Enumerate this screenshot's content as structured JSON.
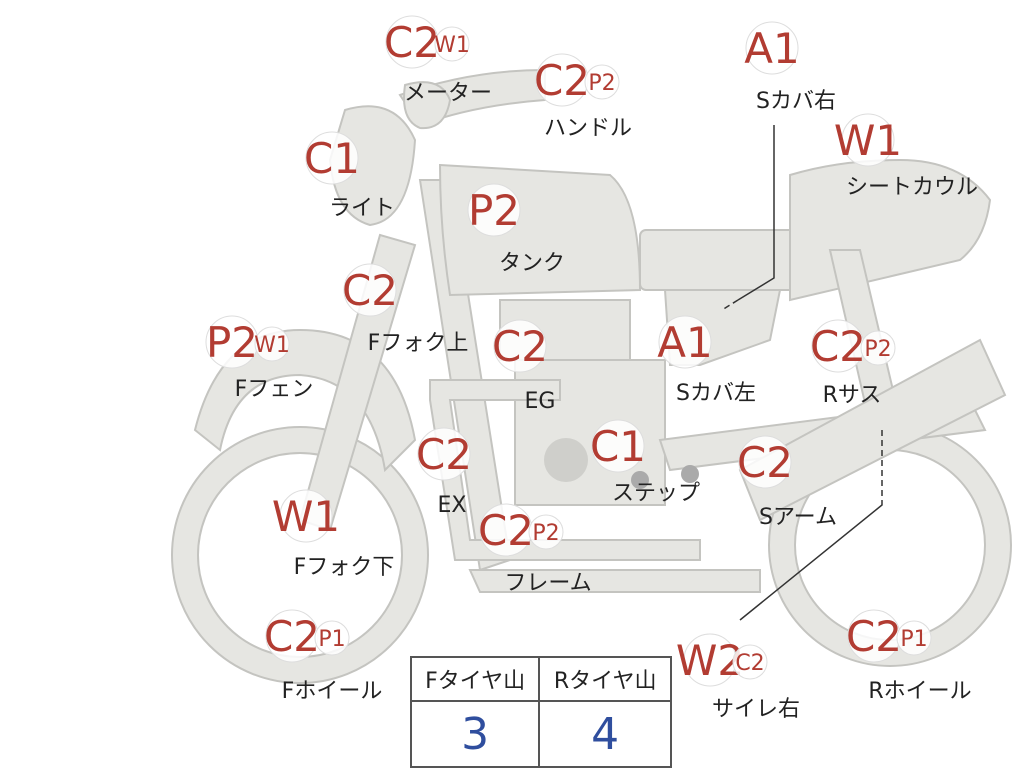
{
  "parts": [
    {
      "id": "meter",
      "label": "メーター",
      "grades": [
        "C2",
        "W1"
      ]
    },
    {
      "id": "handle",
      "label": "ハンドル",
      "grades": [
        "C2",
        "P2"
      ]
    },
    {
      "id": "light",
      "label": "ライト",
      "grades": [
        "C1"
      ]
    },
    {
      "id": "tank",
      "label": "タンク",
      "grades": [
        "P2"
      ]
    },
    {
      "id": "f-fork-upper",
      "label": "Fフォク上",
      "grades": [
        "C2"
      ]
    },
    {
      "id": "f-fender",
      "label": "Fフェン",
      "grades": [
        "P2",
        "W1"
      ]
    },
    {
      "id": "engine",
      "label": "EG",
      "grades": [
        "C2"
      ]
    },
    {
      "id": "exhaust",
      "label": "EX",
      "grades": [
        "C2"
      ]
    },
    {
      "id": "f-fork-lower",
      "label": "Fフォク下",
      "grades": [
        "W1"
      ]
    },
    {
      "id": "frame",
      "label": "フレーム",
      "grades": [
        "C2",
        "P2"
      ]
    },
    {
      "id": "step",
      "label": "ステップ",
      "grades": [
        "C1"
      ]
    },
    {
      "id": "f-wheel",
      "label": "Fホイール",
      "grades": [
        "C2",
        "P1"
      ]
    },
    {
      "id": "s-cover-right",
      "label": "Sカバ右",
      "grades": [
        "A1"
      ]
    },
    {
      "id": "seat-cowl",
      "label": "シートカウル",
      "grades": [
        "W1"
      ]
    },
    {
      "id": "s-cover-left",
      "label": "Sカバ左",
      "grades": [
        "A1"
      ]
    },
    {
      "id": "r-sus",
      "label": "Rサス",
      "grades": [
        "C2",
        "P2"
      ]
    },
    {
      "id": "s-arm",
      "label": "Sアーム",
      "grades": [
        "C2"
      ]
    },
    {
      "id": "silencer-right",
      "label": "サイレ右",
      "grades": [
        "W2",
        "C2"
      ]
    },
    {
      "id": "r-wheel",
      "label": "Rホイール",
      "grades": [
        "C2",
        "P1"
      ]
    }
  ],
  "tire_table": {
    "headers": [
      "Fタイヤ山",
      "Rタイヤ山"
    ],
    "values": [
      "3",
      "4"
    ]
  },
  "colors": {
    "grade_text": "#b23c32",
    "tire_value_text": "#2f4e9e",
    "body_fill": "#e6e6e2"
  }
}
